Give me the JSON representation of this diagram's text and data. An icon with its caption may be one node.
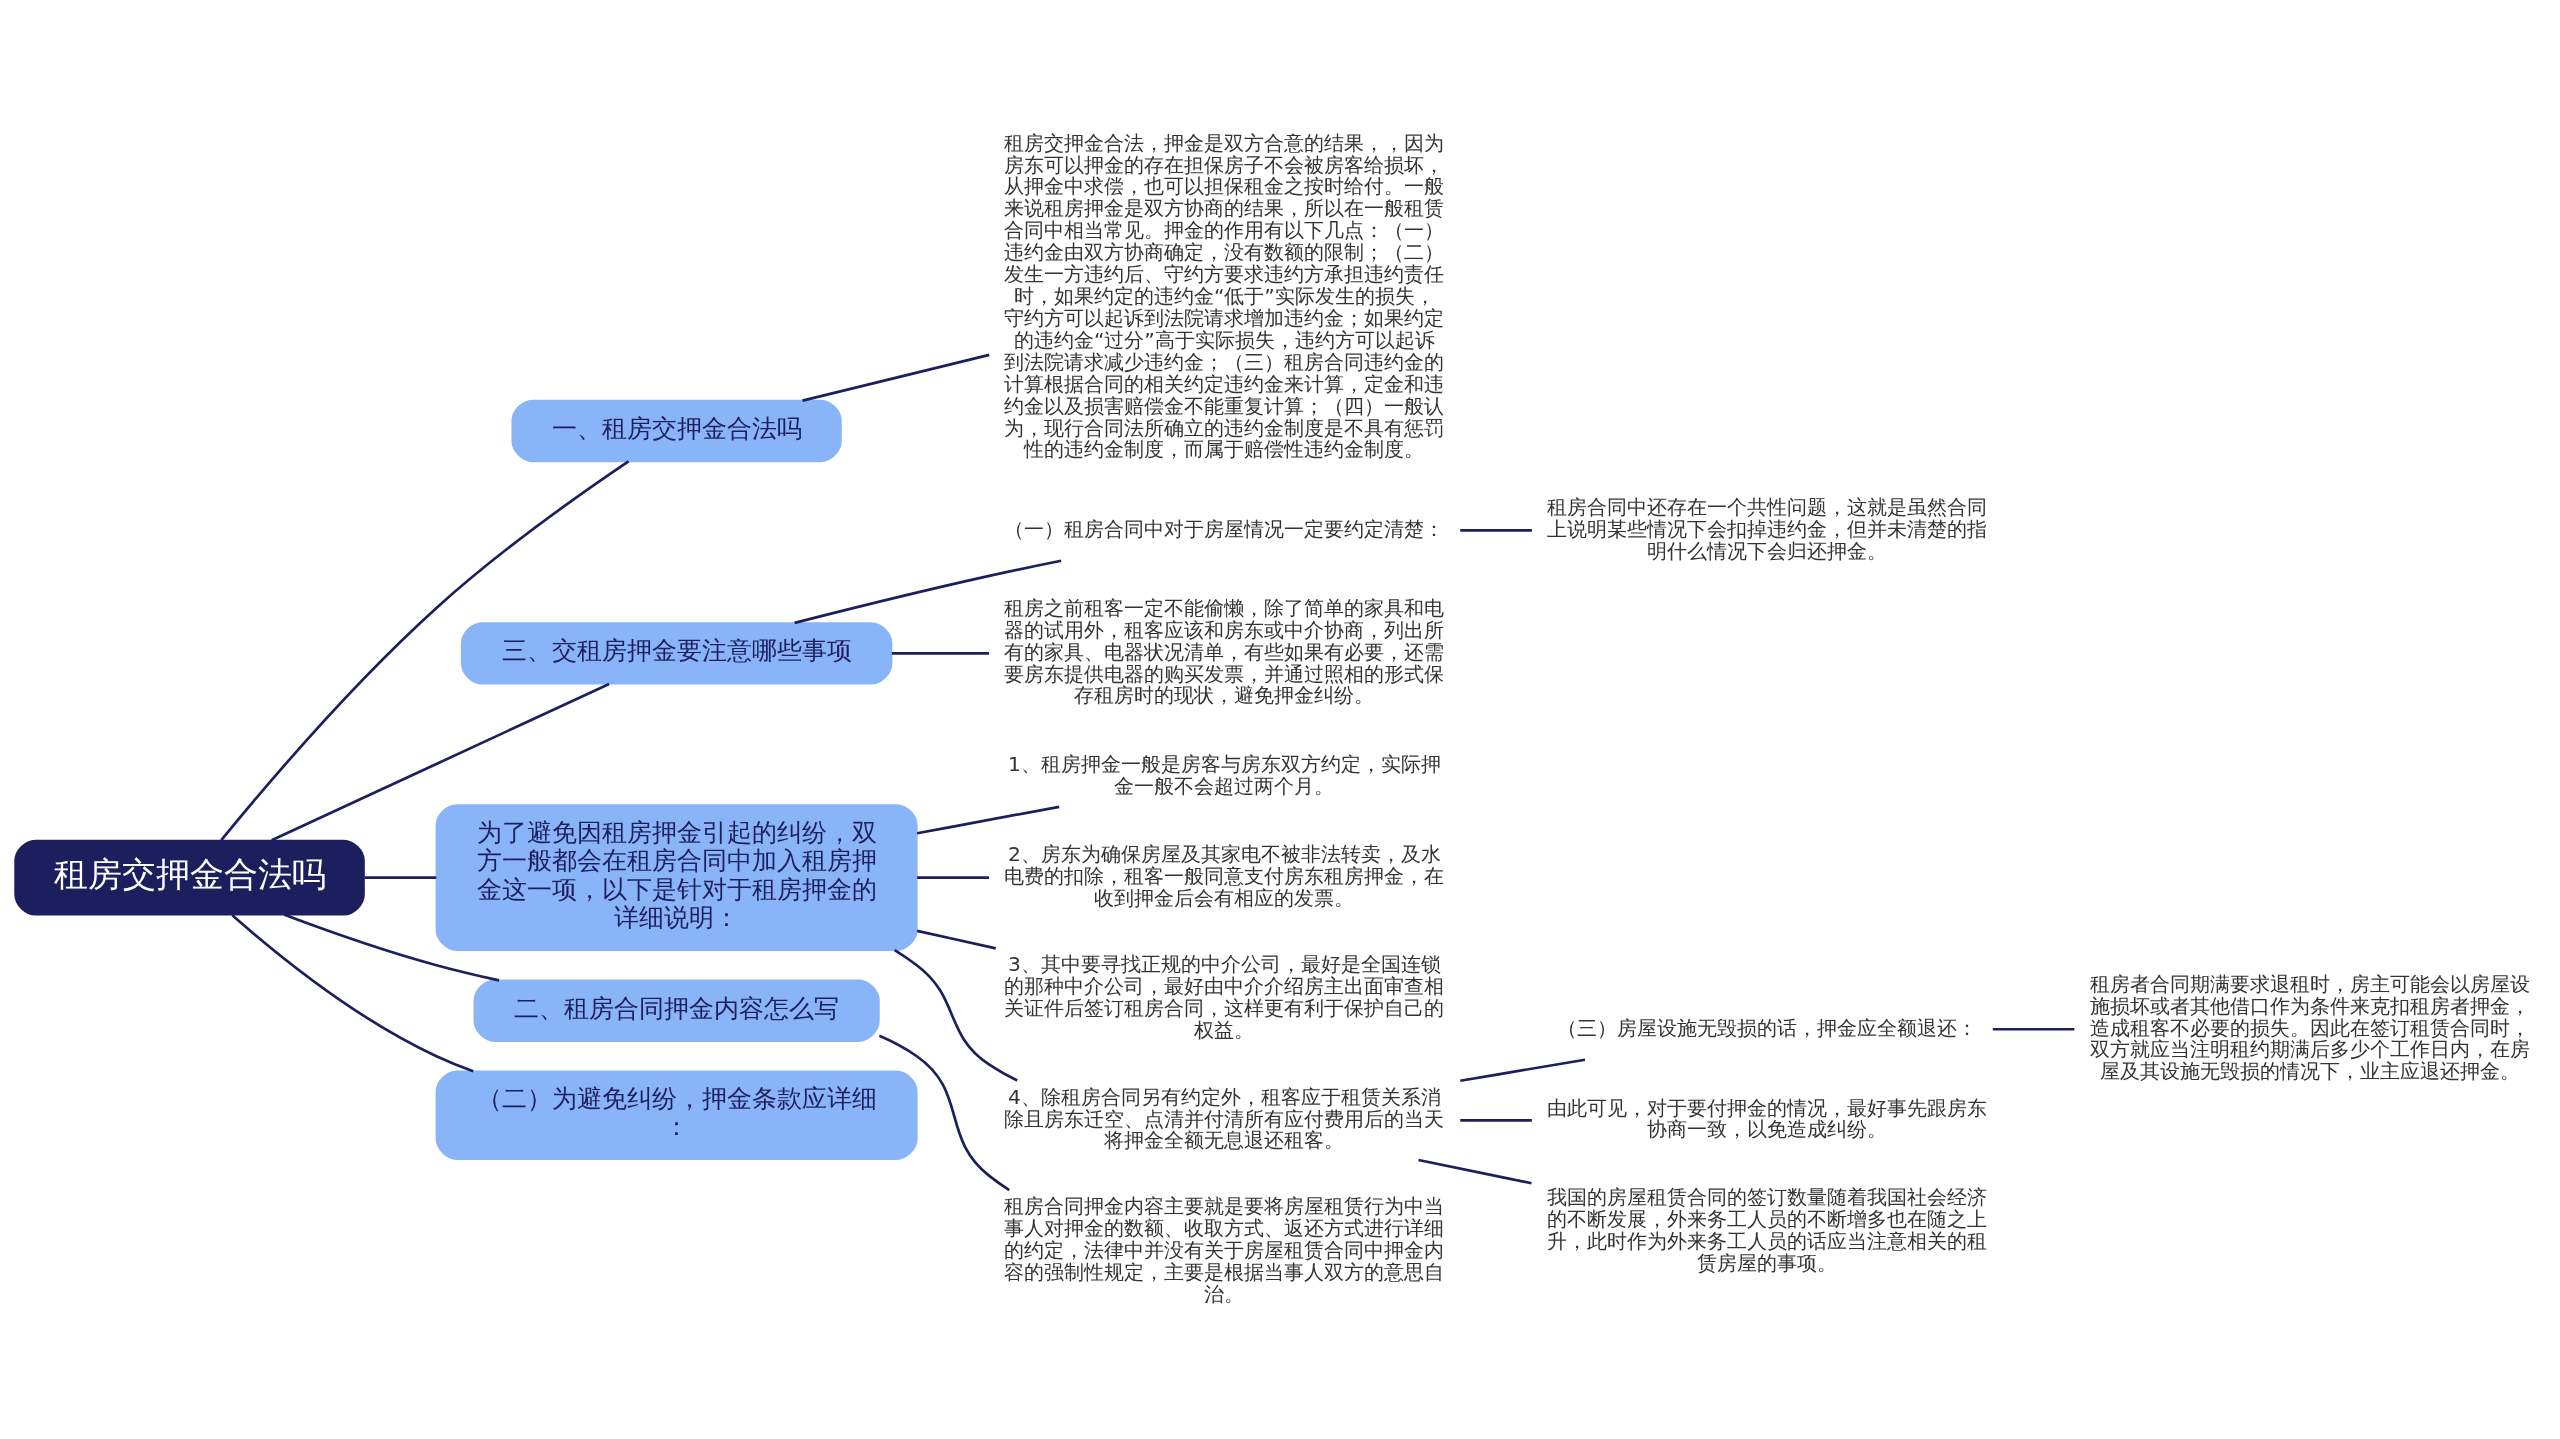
{
  "diagram": {
    "nodes": [
      {
        "text": [
          "租房交押金合法吗"
        ]
      },
      {
        "text": [
          "一、租房交押金合法吗"
        ]
      },
      {
        "text": [
          "租房交押金合法，押金是双方合意的结果，，因为房东可以押金的存在担保房子不会被房客给损坏，从押金中求偿，也可以担保租金之按时给付。一般来说租房押金是双方协商的结果，所以在一般租赁合同中相当常见。押金的作用有以下几点：（一）违约金由双方协商确定，没有数额的限制；（二）发生一方违约后、守约方要求违约方承担违约责任时，如果约定的违约金“低于”实际发生的损失，守约方可以起诉到法院请求增加违约金；如果约定的违约金“过分”高于实际损失，违约方可以起诉到法院请求减少违约金；（三）租房合同违约金的计算根据合同的相关约定违约金来计算，定金和违约金以及损害赔偿金不能重复计算；（四）一般认为，现行合同法所确立的违约金制度是不具有惩罚性的违约金制度，而属于赔偿性违约金制度。"
        ]
      },
      {
        "text": [
          "三、交租房押金要注意哪些事项"
        ]
      },
      {
        "text": [
          "（一）租房合同中对于房屋情况一定要约定清楚："
        ]
      },
      {
        "text": [
          "租房合同中还存在一个共性问题，这就是虽然合同上说明某些情况下会扣掉违约金，但并未清楚的指明什么情况下会归还押金。"
        ]
      },
      {
        "text": [
          "租房之前租客一定不能偷懒，除了简单的家具和电器的试用外，租客应该和房东或中介协商，列出所有的家具、电器状况清单，有些如果有必要，还需要房东提供电器的购买发票，并通过照相的形式保存租房时的现状，避免押金纠纷。"
        ]
      },
      {
        "text": [
          "为了避免因租房押金引起的纠纷，双方一般都会在租房合同中加入租房押金这一项，以下是针对于租房押金的详细说明："
        ]
      },
      {
        "text": [
          "1、租房押金一般是房客与房东双方约定，实际押金一般不会超过两个月。"
        ]
      },
      {
        "text": [
          "2、房东为确保房屋及其家电不被非法转卖，及水电费的扣除，租客一般同意支付房东租房押金，在收到押金后会有相应的发票。"
        ]
      },
      {
        "text": [
          "3、其中要寻找正规的中介公司，最好是全国连锁的那种中介公司，最好由中介介绍房主出面审查相关证件后签订租房合同，这样更有利于保护自己的权益。"
        ]
      },
      {
        "text": [
          "4、除租房合同另有约定外，租客应于租赁关系消除且房东迁空、点清并付清所有应付费用后的当天将押金全额无息退还租客。"
        ]
      },
      {
        "text": [
          "（三）房屋设施无毁损的话，押金应全额退还："
        ]
      },
      {
        "text": [
          "租房者合同期满要求退租时，房主可能会以房屋设施损坏或者其他借口作为条件来克扣租房者押金，造成租客不必要的损失。因此在签订租赁合同时，双方就应当注明租约期满后多少个工作日内，在房屋及其设施无毁损的情况下，业主应退还押金。"
        ]
      },
      {
        "text": [
          "由此可见，对于要付押金的情况，最好事先跟房东协商一致，以免造成纠纷。"
        ]
      },
      {
        "text": [
          "我国的房屋租赁合同的签订数量随着我国社会经济的不断发展，外来务工人员的不断增多也在随之上升，此时作为外来务工人员的话应当注意相关的租赁房屋的事项。"
        ]
      },
      {
        "text": [
          "二、租房合同押金内容怎么写"
        ]
      },
      {
        "text": [
          "租房合同押金内容主要就是要将房屋租赁行为中当事人对押金的数额、收取方式、返还方式进行详细的约定，法律中并没有关于房屋租赁合同中押金内容的强制性规定，主要是根据当事人双方的意思自治。"
        ]
      },
      {
        "text": [
          "（二）为避免纠纷，押金条款应详细："
        ]
      }
    ],
    "edges": [
      {
        "from": 0,
        "to": 1,
        "arrow": "none"
      },
      {
        "from": 1,
        "to": 2,
        "arrow": "none"
      },
      {
        "from": 0,
        "to": 3,
        "arrow": "none"
      },
      {
        "from": 3,
        "to": 4,
        "arrow": "none"
      },
      {
        "from": 4,
        "to": 5,
        "arrow": "none"
      },
      {
        "from": 3,
        "to": 6,
        "arrow": "none"
      },
      {
        "from": 0,
        "to": 7,
        "arrow": "none"
      },
      {
        "from": 7,
        "to": 8,
        "arrow": "none"
      },
      {
        "from": 7,
        "to": 9,
        "arrow": "none"
      },
      {
        "from": 7,
        "to": 10,
        "arrow": "none"
      },
      {
        "from": 7,
        "to": 11,
        "arrow": "none"
      },
      {
        "from": 11,
        "to": 12,
        "arrow": "none"
      },
      {
        "from": 12,
        "to": 13,
        "arrow": "none"
      },
      {
        "from": 11,
        "to": 14,
        "arrow": "none"
      },
      {
        "from": 11,
        "to": 15,
        "arrow": "none"
      },
      {
        "from": 0,
        "to": 16,
        "arrow": "none"
      },
      {
        "from": 16,
        "to": 17,
        "arrow": "none"
      },
      {
        "from": 0,
        "to": 18,
        "arrow": "none"
      }
    ]
  }
}
